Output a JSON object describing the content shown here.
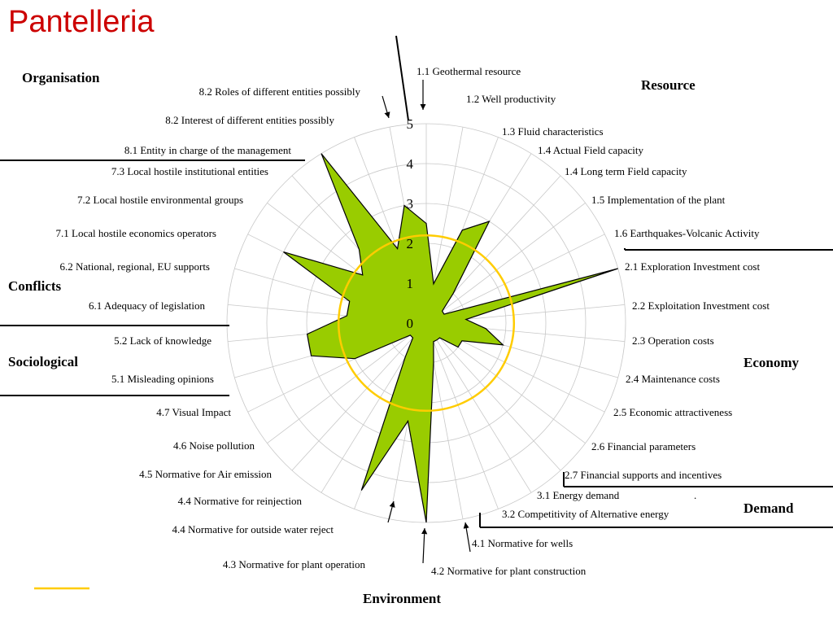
{
  "title": "Pantelleria",
  "chart_data": {
    "type": "radar",
    "title": "Pantelleria",
    "rlim": [
      0,
      5
    ],
    "ticks": [
      "0",
      "1",
      "2",
      "3",
      "4",
      "5"
    ],
    "categories": [
      "1.1 Geothermal resource",
      "1.2 Well productivity",
      "1.3  Fluid characteristics",
      "1.4 Actual Field capacity",
      "1.4 Long term Field capacity",
      "1.5 Implementation of the plant",
      "1.6 Earthquakes-Volcanic Activity",
      "2.1 Exploration Investment cost",
      "2.2 Exploitation Investment cost",
      "2.3 Operation costs",
      "2.4 Maintenance costs",
      "2.5 Economic attractiveness",
      "2.6 Financial parameters",
      "2.7 Financial supports and incentives",
      "3.1 Energy demand",
      "3.2 Competitivity of Alternative energy",
      "4.1 Normative for wells",
      "4.2 Normative for plant construction",
      "4.3 Normative for plant operation",
      "4.4 Normative for outside water reject",
      "4.4 Normative for reinjection",
      "4.5 Normative for Air emission",
      "4.6 Noise pollution",
      "4.7 Visual Impact",
      "5.1 Misleading opinions",
      "5.2 Lack of knowledge",
      "6.1 Adequacy of legislation",
      "6.2 National, regional, EU supports",
      "7.1 Local hostile economics operators",
      "7.2 Local hostile environmental groups",
      "7.3 Local hostile institutional entities",
      "8.1 Entity in charge of the management",
      "8.2 Interest of different entities possibly",
      "8.2 Roles of different entities possibly"
    ],
    "series": [
      {
        "color": "#99cc00",
        "values": [
          2.5,
          1.0,
          2.5,
          3.0,
          1.0,
          0.5,
          0.5,
          5.0,
          1.0,
          1.5,
          2.0,
          1.0,
          1.0,
          0.5,
          0.5,
          0.5,
          1.0,
          5.0,
          2.5,
          4.5,
          1.0,
          0.5,
          0.5,
          2.0,
          3.0,
          3.0,
          2.0,
          2.0,
          4.0,
          2.0,
          2.5,
          5.0,
          2.0,
          3.0
        ]
      }
    ],
    "reference_circle": {
      "value": 2.2,
      "color": "#ffcc00"
    },
    "groups": [
      {
        "name": "Resource"
      },
      {
        "name": "Economy"
      },
      {
        "name": "Demand"
      },
      {
        "name": "Environment"
      },
      {
        "name": "Sociological"
      },
      {
        "name": "Conflicts"
      },
      {
        "name": "Organisation"
      }
    ],
    "annotations": [
      "."
    ],
    "legend_swatch_color": "#ffcc00"
  }
}
